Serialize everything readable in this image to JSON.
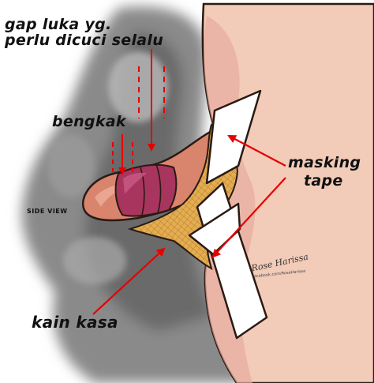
{
  "labels": {
    "wound_gap_line_1": "gap luka yg.",
    "wound_gap_line_2": "perlu dicuci selalu",
    "swelling": "bengkak",
    "masking_tape_line_1": "masking",
    "masking_tape_line_2": "tape",
    "gauze": "kain kasa",
    "view": "SIDE VIEW"
  },
  "artist": {
    "signature": "Rose Harissa",
    "credit": "facebook.com/RoseHarissa"
  },
  "colors": {
    "arrow": "#e60000",
    "skin": "#f2c9b8",
    "wound": "#a8355e",
    "gauze": "#e0a84a",
    "tape": "#ffffff"
  }
}
